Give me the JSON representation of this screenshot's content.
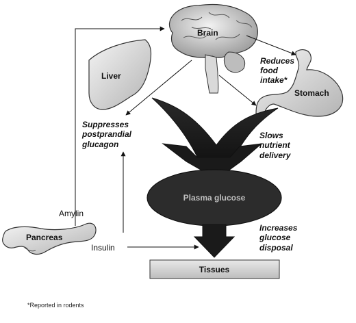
{
  "organs": {
    "brain": "Brain",
    "liver": "Liver",
    "stomach": "Stomach",
    "pancreas": "Pancreas"
  },
  "center": {
    "plasma": "Plasma glucose",
    "tissues": "Tissues"
  },
  "hormones": {
    "amylin": "Amylin",
    "insulin": "Insulin"
  },
  "effects": {
    "reduces_food": [
      "Reduces",
      "food",
      "intake*"
    ],
    "suppresses": [
      "Suppresses",
      "postprandial",
      "glucagon"
    ],
    "slows": [
      "Slows",
      "nutrient",
      "delivery"
    ],
    "increases": [
      "Increases",
      "glucose",
      "disposal"
    ]
  },
  "footnote": "*Reported in rodents"
}
